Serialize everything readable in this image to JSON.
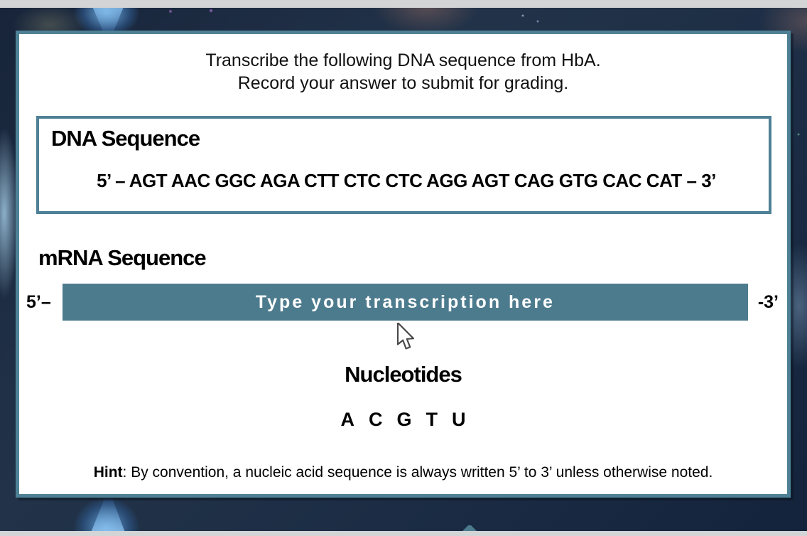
{
  "instructions": {
    "line1": "Transcribe the following DNA sequence from HbA.",
    "line2": "Record your answer to submit for grading."
  },
  "dna": {
    "heading": "DNA Sequence",
    "sequence": "5’ – AGT AAC GGC AGA CTT CTC CTC AGG AGT CAG GTG CAC CAT – 3’"
  },
  "mrna": {
    "heading": "mRNA Sequence",
    "five_prime_label": "5’–",
    "three_prime_label": "-3’",
    "input_value": "",
    "input_placeholder": "Type your transcription here"
  },
  "nucleotides": {
    "heading": "Nucleotides",
    "letters": [
      "A",
      "C",
      "G",
      "T",
      "U"
    ]
  },
  "hint": {
    "label": "Hint",
    "text": ": By convention, a nucleic acid sequence is always written 5’ to 3’ unless otherwise noted."
  },
  "colors": {
    "accent_teal": "#4d7b8e",
    "panel_border": "#4e8195",
    "background_navy": "#1b2a40",
    "chrome_gray": "#d2d4d6"
  }
}
